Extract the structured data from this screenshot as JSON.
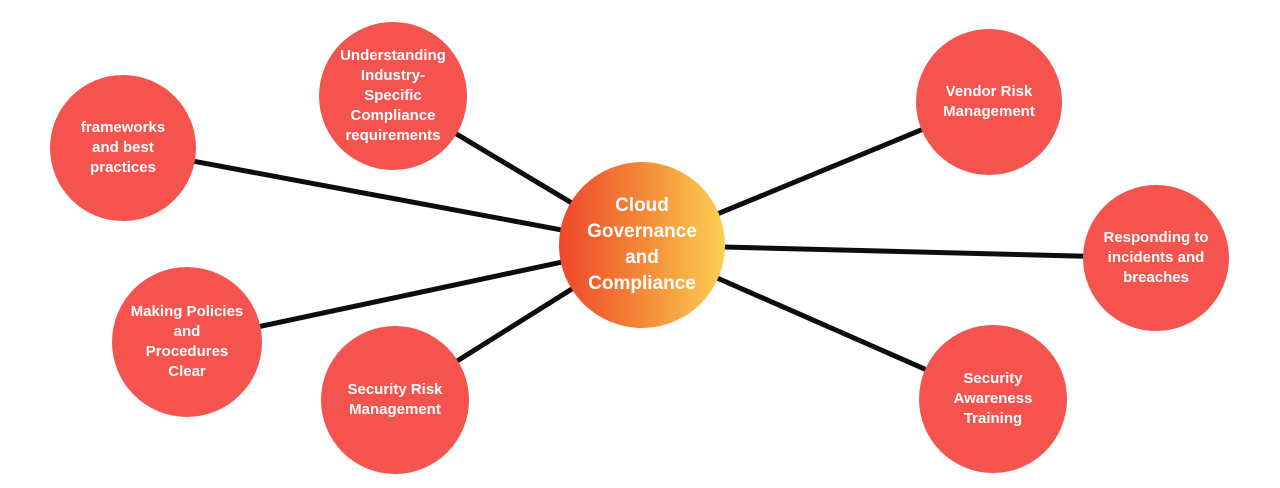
{
  "diagram": {
    "center_node": {
      "label": "Cloud\nGovernance\nand\nCompliance"
    },
    "branch_nodes": [
      {
        "id": "frameworks",
        "label": "frameworks\nand best\npractices"
      },
      {
        "id": "industry-compliance",
        "label": "Understanding\nIndustry-\nSpecific\nCompliance\nrequirements"
      },
      {
        "id": "vendor-risk",
        "label": "Vendor Risk\nManagement"
      },
      {
        "id": "incident-response",
        "label": "Responding to\nincidents and\nbreaches"
      },
      {
        "id": "security-awareness",
        "label": "Security\nAwareness\nTraining"
      },
      {
        "id": "security-risk",
        "label": "Security Risk\nManagement"
      },
      {
        "id": "clear-policies",
        "label": "Making Policies\nand\nProcedures\nClear"
      }
    ],
    "colors": {
      "background": "#ffffff",
      "branch_node_fill": "#f4534e",
      "center_gradient_start": "#ee462b",
      "center_gradient_end": "#fbd153",
      "connector_line": "#0d0d0d",
      "node_text": "#ffffff"
    }
  }
}
